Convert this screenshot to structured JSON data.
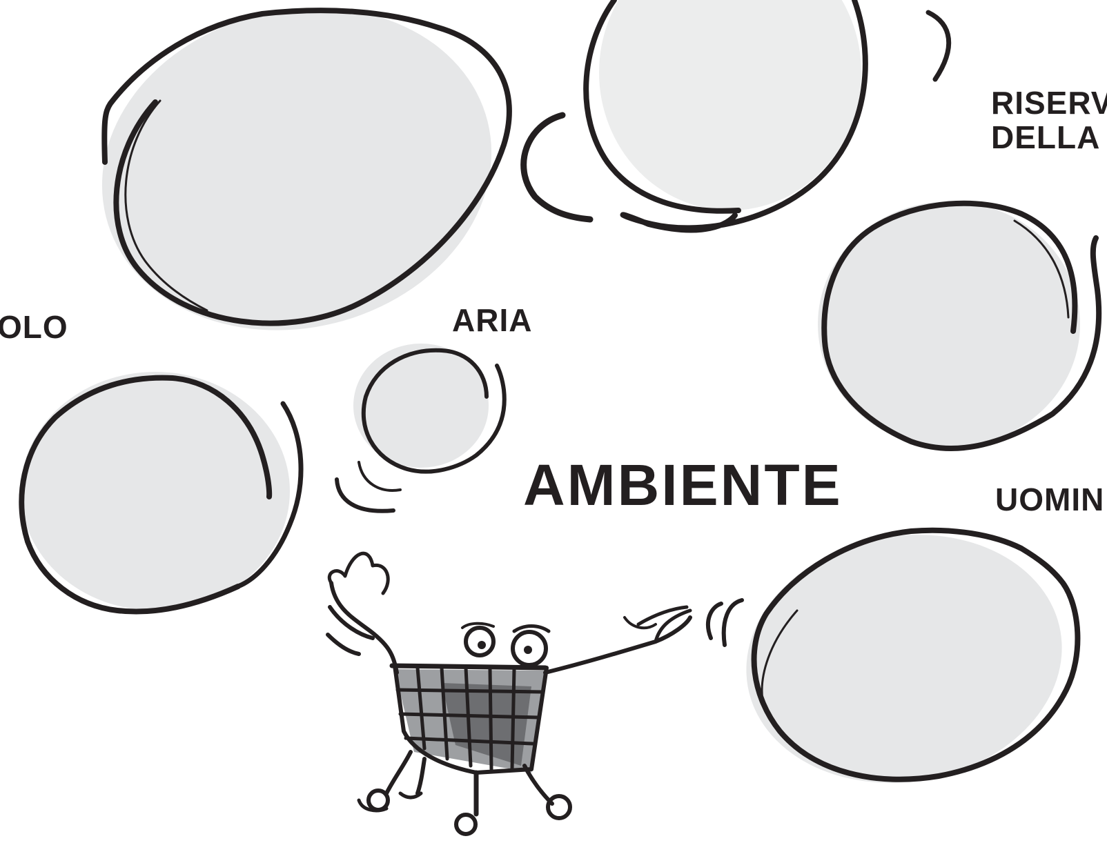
{
  "diagram": {
    "title": "AMBIENTE",
    "labels": {
      "aria": "ARIA",
      "suolo_partial": "OLO",
      "riserve_partial": "RISERVE\nDELLA T",
      "uomini_partial": "UOMIN"
    },
    "bubbles": [
      {
        "name": "bubble-top-left",
        "fill": "#e6e7e8"
      },
      {
        "name": "bubble-top-center",
        "fill": "#eceded"
      },
      {
        "name": "bubble-right",
        "fill": "#e6e7e8"
      },
      {
        "name": "bubble-left",
        "fill": "#e6e7e8"
      },
      {
        "name": "bubble-aria",
        "fill": "#e6e7e8"
      },
      {
        "name": "bubble-bottom-right",
        "fill": "#e6e7e8"
      }
    ],
    "colors": {
      "ink": "#231f20",
      "shadow": "#e6e7e8",
      "cart_light": "#9d9fa2",
      "cart_dark": "#6d6e71"
    },
    "mascot": "shopping-cart-character"
  }
}
